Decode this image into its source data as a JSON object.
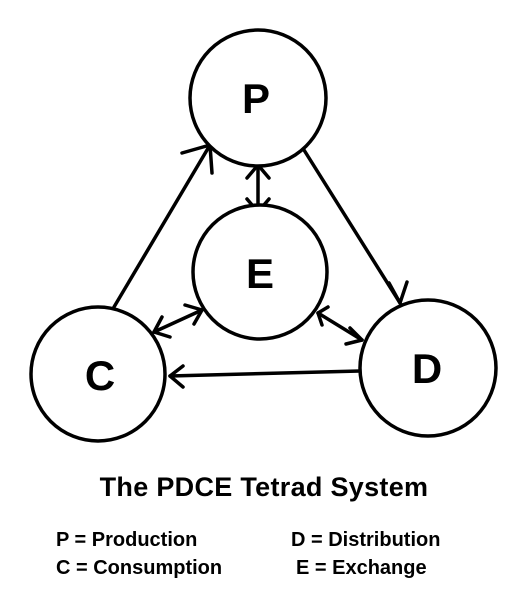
{
  "nodes": {
    "production": {
      "letter": "P"
    },
    "exchange": {
      "letter": "E"
    },
    "consumption": {
      "letter": "C"
    },
    "distribution": {
      "letter": "D"
    }
  },
  "title": "The PDCE Tetrad System",
  "legend": {
    "production": "P = Production",
    "distribution": "D = Distribution",
    "consumption": "C = Consumption",
    "exchange": "E = Exchange"
  },
  "edges": [
    {
      "from": "C",
      "to": "P",
      "direction": "one-way"
    },
    {
      "from": "P",
      "to": "D",
      "direction": "one-way"
    },
    {
      "from": "D",
      "to": "C",
      "direction": "one-way"
    },
    {
      "from": "P",
      "to": "E",
      "direction": "two-way"
    },
    {
      "from": "C",
      "to": "E",
      "direction": "two-way"
    },
    {
      "from": "D",
      "to": "E",
      "direction": "two-way"
    }
  ],
  "colors": {
    "stroke": "#000000",
    "background": "#ffffff"
  }
}
